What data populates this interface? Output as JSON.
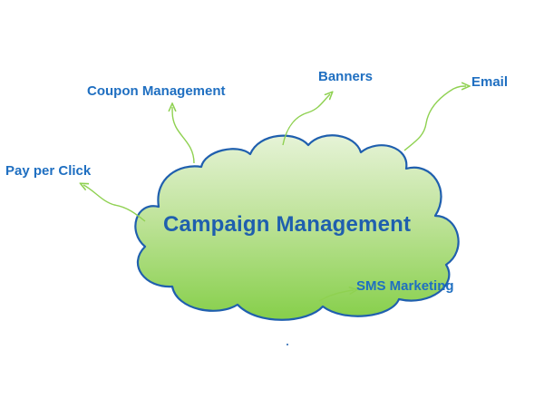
{
  "diagram": {
    "center_label": "Campaign Management",
    "branches": [
      {
        "label": "Coupon Management"
      },
      {
        "label": "Banners"
      },
      {
        "label": "Email"
      },
      {
        "label": "Pay per Click"
      },
      {
        "label": "SMS Marketing"
      }
    ]
  },
  "colors": {
    "cloud_fill_top": "#dcefc6",
    "cloud_fill_bottom": "#8fd151",
    "cloud_stroke": "#1f5fae",
    "arrow": "#8fd151",
    "text": "#1f6fc1"
  }
}
